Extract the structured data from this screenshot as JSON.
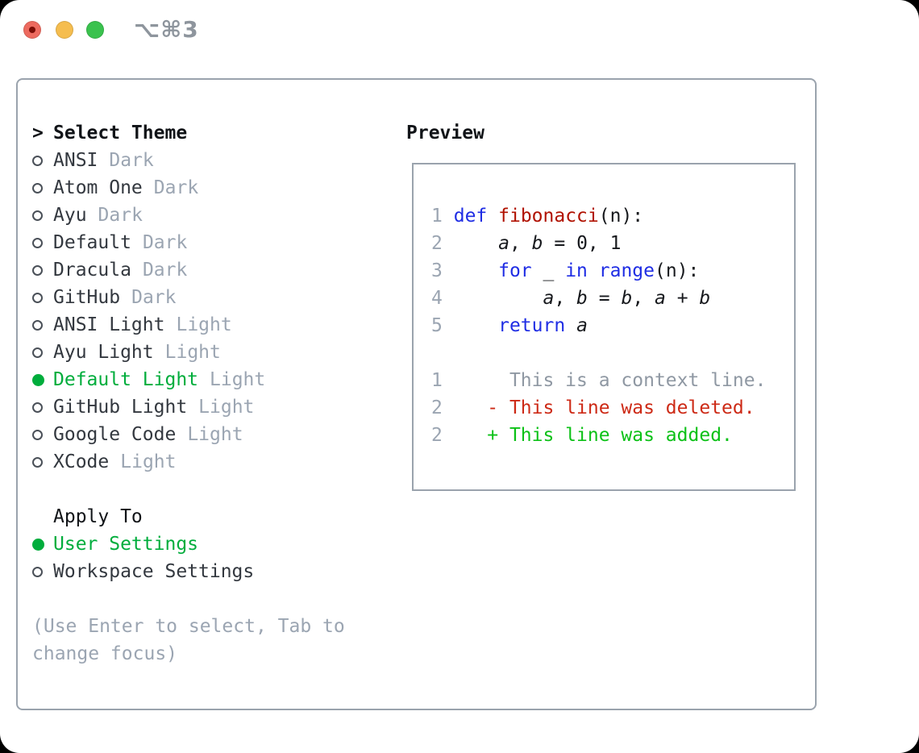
{
  "titlebar": {
    "title": "⌥⌘3",
    "traffic_lights": [
      "close",
      "minimize",
      "zoom"
    ]
  },
  "theme_picker": {
    "prompt": ">",
    "heading": "Select Theme",
    "items": [
      {
        "name": "ANSI",
        "variant": "Dark",
        "selected": false
      },
      {
        "name": "Atom One",
        "variant": "Dark",
        "selected": false
      },
      {
        "name": "Ayu",
        "variant": "Dark",
        "selected": false
      },
      {
        "name": "Default",
        "variant": "Dark",
        "selected": false
      },
      {
        "name": "Dracula",
        "variant": "Dark",
        "selected": false
      },
      {
        "name": "GitHub",
        "variant": "Dark",
        "selected": false
      },
      {
        "name": "ANSI Light",
        "variant": "Light",
        "selected": false
      },
      {
        "name": "Ayu Light",
        "variant": "Light",
        "selected": false
      },
      {
        "name": "Default Light",
        "variant": "Light",
        "selected": true
      },
      {
        "name": "GitHub Light",
        "variant": "Light",
        "selected": false
      },
      {
        "name": "Google Code",
        "variant": "Light",
        "selected": false
      },
      {
        "name": "XCode",
        "variant": "Light",
        "selected": false
      }
    ]
  },
  "apply_to": {
    "heading": "Apply To",
    "options": [
      {
        "label": "User Settings",
        "selected": true
      },
      {
        "label": "Workspace Settings",
        "selected": false
      }
    ]
  },
  "hint": {
    "lines": [
      "(Use Enter to select, Tab to",
      "change focus)"
    ]
  },
  "preview": {
    "heading": "Preview",
    "code_lines": [
      {
        "no": "1",
        "tokens": [
          {
            "t": " "
          },
          {
            "t": "def",
            "s": "kw"
          },
          {
            "t": " "
          },
          {
            "t": "fibonacci",
            "s": "fn"
          },
          {
            "t": "(n):"
          }
        ]
      },
      {
        "no": "2",
        "tokens": [
          {
            "t": "     "
          },
          {
            "t": "a",
            "s": "var"
          },
          {
            "t": ", "
          },
          {
            "t": "b",
            "s": "var"
          },
          {
            "t": " = 0, 1"
          }
        ]
      },
      {
        "no": "3",
        "tokens": [
          {
            "t": "     "
          },
          {
            "t": "for",
            "s": "kw"
          },
          {
            "t": " _ "
          },
          {
            "t": "in",
            "s": "kw"
          },
          {
            "t": " "
          },
          {
            "t": "range",
            "s": "kw"
          },
          {
            "t": "(n):"
          }
        ]
      },
      {
        "no": "4",
        "tokens": [
          {
            "t": "         "
          },
          {
            "t": "a",
            "s": "var"
          },
          {
            "t": ", "
          },
          {
            "t": "b",
            "s": "var"
          },
          {
            "t": " = "
          },
          {
            "t": "b",
            "s": "var"
          },
          {
            "t": ", "
          },
          {
            "t": "a",
            "s": "var"
          },
          {
            "t": " + "
          },
          {
            "t": "b",
            "s": "var"
          }
        ]
      },
      {
        "no": "5",
        "tokens": [
          {
            "t": "     "
          },
          {
            "t": "return",
            "s": "kw"
          },
          {
            "t": " "
          },
          {
            "t": "a",
            "s": "var"
          }
        ]
      }
    ],
    "diff_lines": [
      {
        "no": "1",
        "kind": "context",
        "text": "      This is a context line."
      },
      {
        "no": "2",
        "kind": "deleted",
        "text": "    - This line was deleted."
      },
      {
        "no": "2",
        "kind": "added",
        "text": "    + This line was added."
      }
    ]
  },
  "colors": {
    "accent_green": "#00ad3c",
    "diff_added_green": "#0cc117",
    "diff_deleted_red": "#cd2a16",
    "keyword_blue": "#1f2de4",
    "function_red": "#b01100",
    "muted_gray": "#9ba5b2",
    "context_gray": "#8f98a3",
    "border_gray": "#9aa3ad",
    "text_dark": "#33383f",
    "heading_black": "#111418",
    "traffic_red": "#ed6a5f",
    "traffic_yellow": "#f5bd4f",
    "traffic_green": "#3ac24e",
    "title_gray": "#8e959d"
  }
}
